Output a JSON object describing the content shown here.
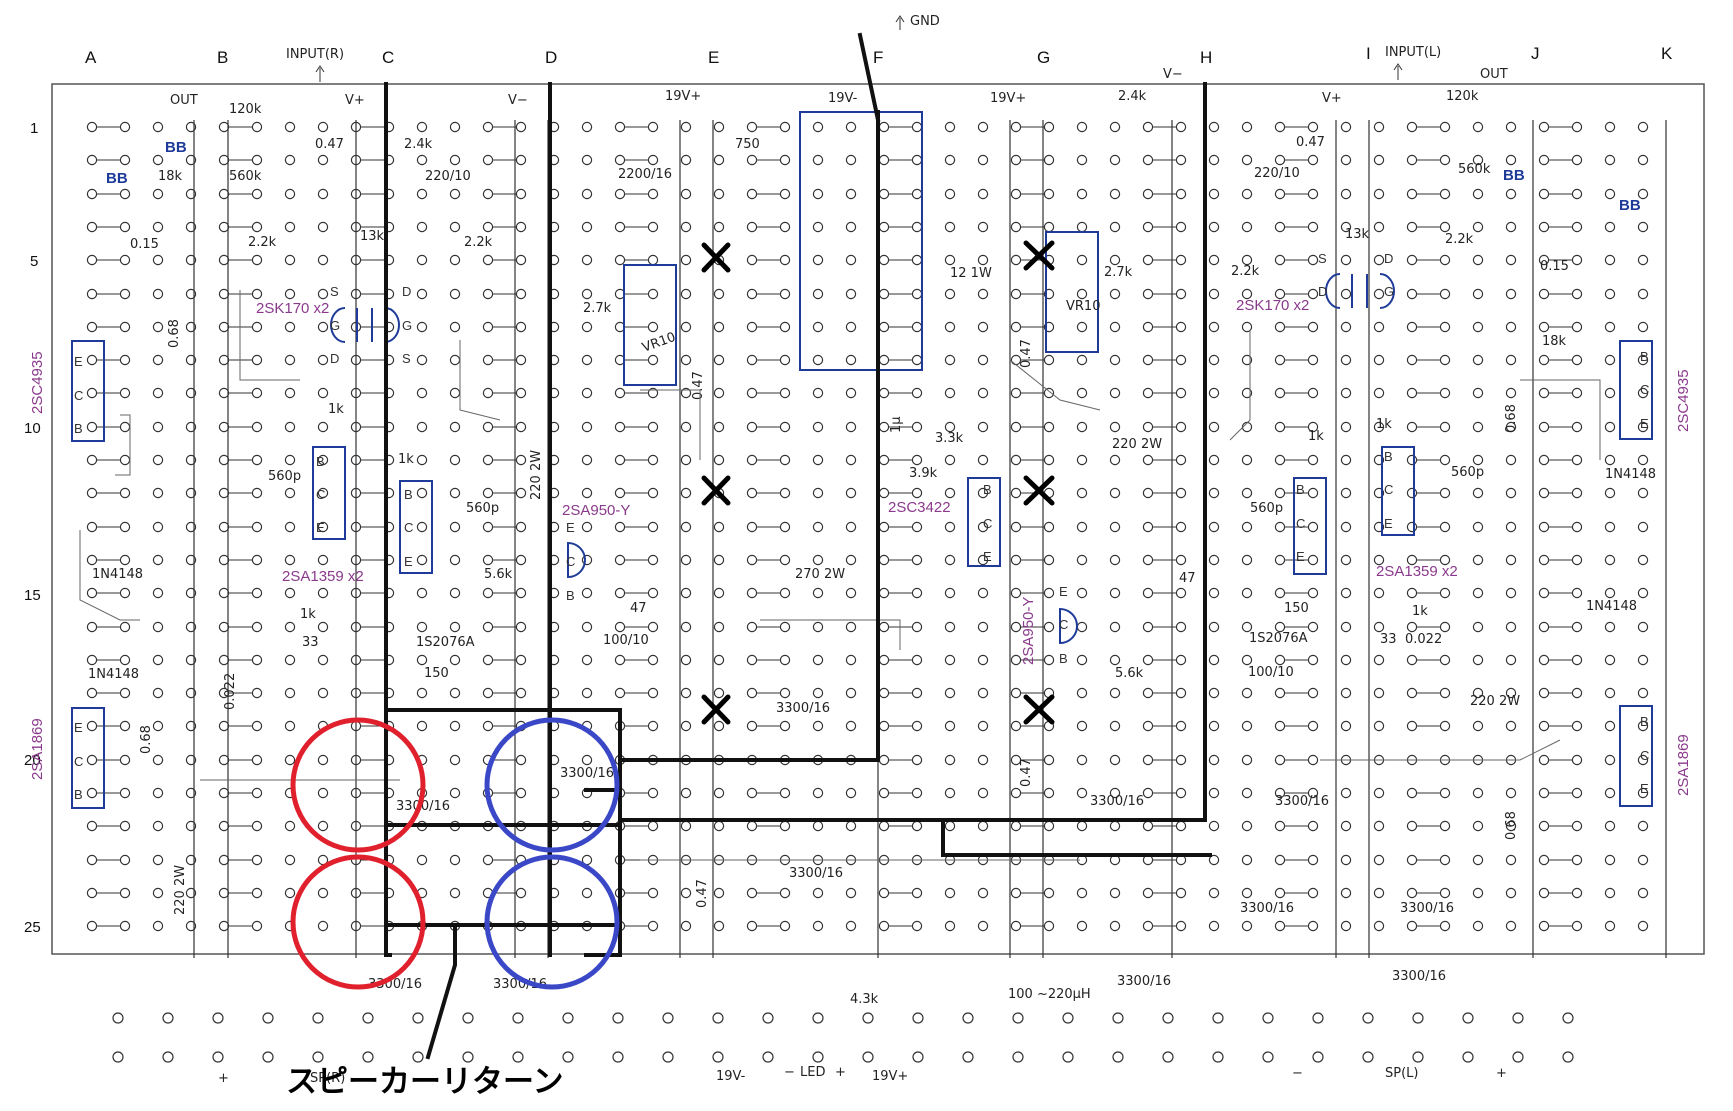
{
  "board": {
    "columns": [
      "A",
      "B",
      "C",
      "D",
      "E",
      "F",
      "G",
      "H",
      "I",
      "J",
      "K"
    ],
    "rows": [
      "1",
      "5",
      "10",
      "15",
      "20",
      "25"
    ],
    "top_labels": {
      "gnd": "GND",
      "input_r": "INPUT(R)",
      "input_l": "INPUT(L)",
      "out_r": "OUT",
      "out_l": "OUT",
      "v_plus_r": "V+",
      "v_minus_r": "V−",
      "v_plus_l": "V+",
      "v_minus_l": "V−",
      "19v_plus_r": "19V+",
      "19v_minus": "19V-",
      "19v_plus_l": "19V+"
    },
    "part_numbers": {
      "q_2sc4935_r": "2SC4935",
      "q_2sc4935_l": "2SC4935",
      "q_2sa1869_r": "2SA1869",
      "q_2sa1869_l": "2SA1869",
      "q_2sk170_r": "2SK170 x2",
      "q_2sk170_l": "2SK170 x2",
      "q_2sa1359_r": "2SA1359 x2",
      "q_2sa1359_l": "2SA1359 x2",
      "q_2sa950_r": "2SA950-Y",
      "q_2sa950_l": "2SA950-Y",
      "q_2sc3422": "2SC3422",
      "vr_r": "VR10",
      "vr_l": "VR10"
    },
    "bb_marks": [
      "BB",
      "BB",
      "BB",
      "BB"
    ],
    "component_values": {
      "r120k_r": "120k",
      "r120k_l": "120k",
      "c047_r": "0.47",
      "c047_l": "0.47",
      "r18k_r": "18k",
      "r18k_l": "18k",
      "r560k_r": "560k",
      "r560k_l": "560k",
      "c015_r": "0.15",
      "c015_l": "0.15",
      "r22k_a": "2.2k",
      "r22k_b": "2.2k",
      "r22k_c": "2.2k",
      "r22k_d": "2.2k",
      "r13k_r": "13k",
      "r13k_l": "13k",
      "r24k_r": "2.4k",
      "r24k_l": "2.4k",
      "c22010_r": "220/10",
      "c22010_l": "220/10",
      "c220016": "2200/16",
      "r750": "750",
      "r27k_r": "2.7k",
      "r27k_l": "2.7k",
      "r12_1w": "12 1W",
      "r068_a": "0.68",
      "r068_b": "0.68",
      "r068_c": "0.68",
      "r068_d": "0.68",
      "r047_a": "0.47",
      "r047_b": "0.47",
      "r047_c": "0.47",
      "r047_d": "0.47",
      "r1k_a": "1k",
      "r1k_b": "1k",
      "r1k_c": "1k",
      "r1k_d": "1k",
      "r1k_e": "1k",
      "r1k_f": "1k",
      "c560p_a": "560p",
      "c560p_b": "560p",
      "c560p_c": "560p",
      "c560p_d": "560p",
      "r220_2w_a": "220 2W",
      "r220_2w_b": "220 2W",
      "r220_2w_c": "220 2W",
      "r220_2w_d": "220 2W",
      "r33k": "3.3k",
      "r39k": "3.9k",
      "c1u": "1μ",
      "r56k_r": "5.6k",
      "r56k_l": "5.6k",
      "d1s2076a_r": "1S2076A",
      "d1s2076a_l": "1S2076A",
      "r150_a": "150",
      "r150_b": "150",
      "r33_r": "33",
      "r33_l": "33",
      "c0022_r": "0.022",
      "c0022_l": "0.022",
      "c10010_r": "100/10",
      "c10010_l": "100/10",
      "r47_r": "47",
      "r47_l": "47",
      "r270_2w": "270 2W",
      "d1n4148_a": "1N4148",
      "d1n4148_b": "1N4148",
      "d1n4148_c": "1N4148",
      "d1n4148_d": "1N4148",
      "c3300_a": "3300/16",
      "c3300_b": "3300/16",
      "c3300_c": "3300/16",
      "c3300_d": "3300/16",
      "c3300_e": "3300/16",
      "c3300_f": "3300/16",
      "c3300_g": "3300/16",
      "c3300_h": "3300/16",
      "c3300_i": "3300/16",
      "c3300_j": "3300/16",
      "c3300_k": "3300/16",
      "c3300_l": "3300/16",
      "r43k": "4.3k",
      "inductor": "100 ~220μH"
    },
    "bottom_labels": {
      "plus_r": "+",
      "sp_r": "SP(R)",
      "v19_minus": "19V-",
      "led_minus": "−",
      "led": "LED",
      "led_plus": "+",
      "v19_plus": "19V+",
      "minus_l": "−",
      "sp_l": "SP(L)",
      "plus_l": "+"
    },
    "caption": "スピーカーリターン",
    "colors": {
      "pad_stroke": "#333333",
      "trace": "#111111",
      "part_box": "#1f3b99",
      "part_text": "#8a3a8c",
      "highlight_red": "#e0202c",
      "highlight_blue": "#3a48c8",
      "x_mark": "#000000"
    }
  }
}
